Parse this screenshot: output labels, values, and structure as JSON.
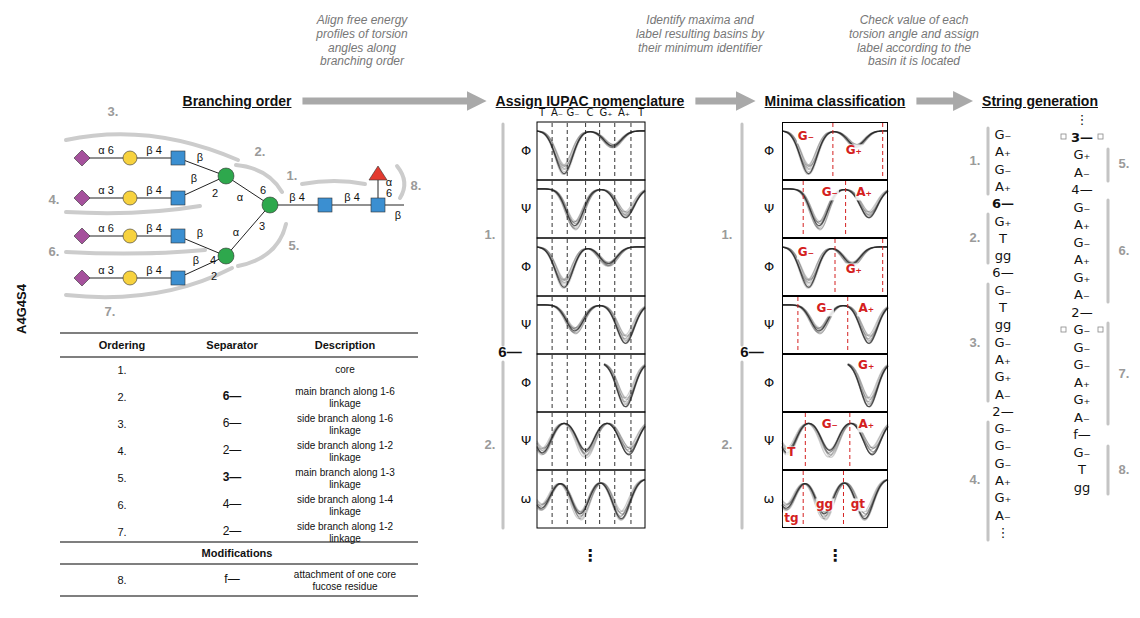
{
  "diagram": {
    "nodes": [
      {
        "text": [
          "Branching order"
        ]
      },
      {
        "text": [
          "Assign IUPAC nomenclature"
        ]
      },
      {
        "text": [
          "Minima classification"
        ]
      },
      {
        "text": [
          "String generation"
        ]
      },
      {
        "text": [
          "G₋",
          "G₊"
        ]
      },
      {
        "text": [
          "G₋",
          "A₊"
        ]
      },
      {
        "text": [
          "G₋",
          "G₊"
        ]
      },
      {
        "text": [
          "G₋",
          "A₊"
        ]
      },
      {
        "text": [
          "G₊"
        ]
      },
      {
        "text": [
          "T",
          "G₋",
          "A₊"
        ]
      },
      {
        "text": [
          "tg",
          "gg",
          "gt"
        ]
      }
    ],
    "edges": [
      {
        "from": 0,
        "to": 1,
        "arrow": "to",
        "label": "Align free energy profiles of torsion angles along branching order"
      },
      {
        "from": 1,
        "to": 2,
        "arrow": "to",
        "label": "Identify maxima and label resulting basins by their minimum identifier"
      },
      {
        "from": 2,
        "to": 3,
        "arrow": "to",
        "label": "Check value of each torsion angle and assign label according to the basin it is located"
      }
    ],
    "labels": [
      "A4G4S4",
      "α 6",
      "β 4",
      "β",
      "α 3",
      "β 4",
      "β",
      "2",
      "α",
      "6",
      "3",
      "α",
      "α 6",
      "β 4",
      "β",
      "4",
      "α 3",
      "β 4",
      "β",
      "2",
      "β 4",
      "β 4",
      "α",
      "6",
      "β",
      "3.",
      "2.",
      "1.",
      "4.",
      "8.",
      "6.",
      "5.",
      "7.",
      "Ordering",
      "Separator",
      "Description",
      "1.",
      "core",
      "2.",
      "6—",
      "main branch along 1-6 linkage",
      "3.",
      "6—",
      "side branch along 1-6 linkage",
      "4.",
      "2—",
      "side branch along 1-2 linkage",
      "5.",
      "3—",
      "main branch along 1-3 linkage",
      "6.",
      "4—",
      "side branch along 1-4 linkage",
      "7.",
      "2—",
      "side branch along 1-2 linkage",
      "Modifications",
      "8.",
      "f—",
      "attachment of one core fucose residue",
      "T",
      "A₋",
      "G₋",
      "C",
      "G₊",
      "A₊",
      "T",
      "Φ",
      "Ψ",
      "Φ",
      "Ψ",
      "Φ",
      "Ψ",
      "ω",
      "1.",
      "6—",
      "2.",
      "⋮",
      "Φ",
      "Ψ",
      "Φ",
      "Ψ",
      "Φ",
      "Ψ",
      "ω",
      "1.",
      "6—",
      "2.",
      "⋮",
      "G₋",
      "A₊",
      "G₋",
      "A₊",
      "6—",
      "G₊",
      "T",
      "gg",
      "6—",
      "G₋",
      "T",
      "gg",
      "G₋",
      "A₊",
      "G₊",
      "A₋",
      "2—",
      "G₋",
      "G₋",
      "G₋",
      "A₊",
      "G₊",
      "A₋",
      "⋮",
      "1.",
      "2.",
      "3.",
      "4.",
      "⋮",
      "3—",
      "G₊",
      "A₋",
      "4—",
      "G₋",
      "A₊",
      "G₋",
      "A₊",
      "G₊",
      "A₋",
      "2—",
      "G₋",
      "G₋",
      "G₋",
      "A₊",
      "G₊",
      "A₋",
      "f—",
      "G₋",
      "T",
      "gg",
      "5.",
      "6.",
      "7.",
      "8."
    ]
  }
}
